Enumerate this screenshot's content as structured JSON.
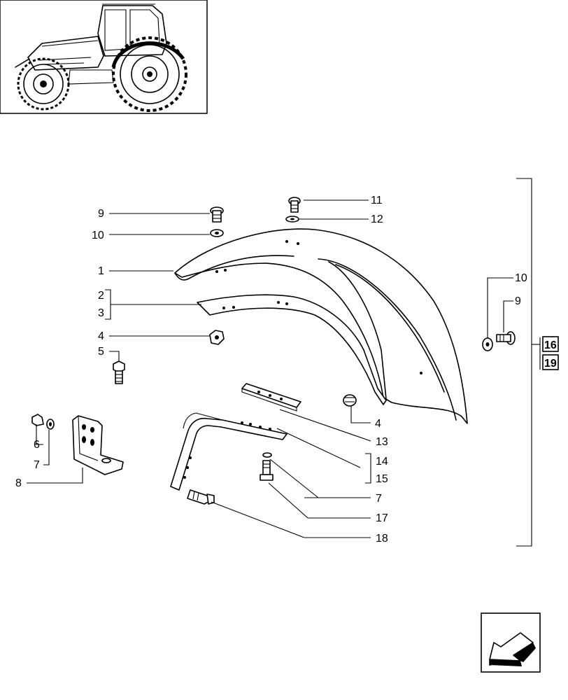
{
  "thumbnail": {
    "description_icon": "tractor-icon"
  },
  "labels": {
    "l1": "1",
    "l2": "2",
    "l3": "3",
    "l4a": "4",
    "l4b": "4",
    "l5": "5",
    "l6": "6",
    "l7a": "7",
    "l7b": "7",
    "l8": "8",
    "l9a": "9",
    "l9b": "9",
    "l10a": "10",
    "l10b": "10",
    "l11": "11",
    "l12": "12",
    "l13": "13",
    "l14": "14",
    "l15": "15",
    "l17": "17",
    "l18": "18"
  },
  "references": {
    "r16": "16",
    "r19": "19"
  },
  "nav": {
    "icon": "next-page-arrow-icon"
  }
}
